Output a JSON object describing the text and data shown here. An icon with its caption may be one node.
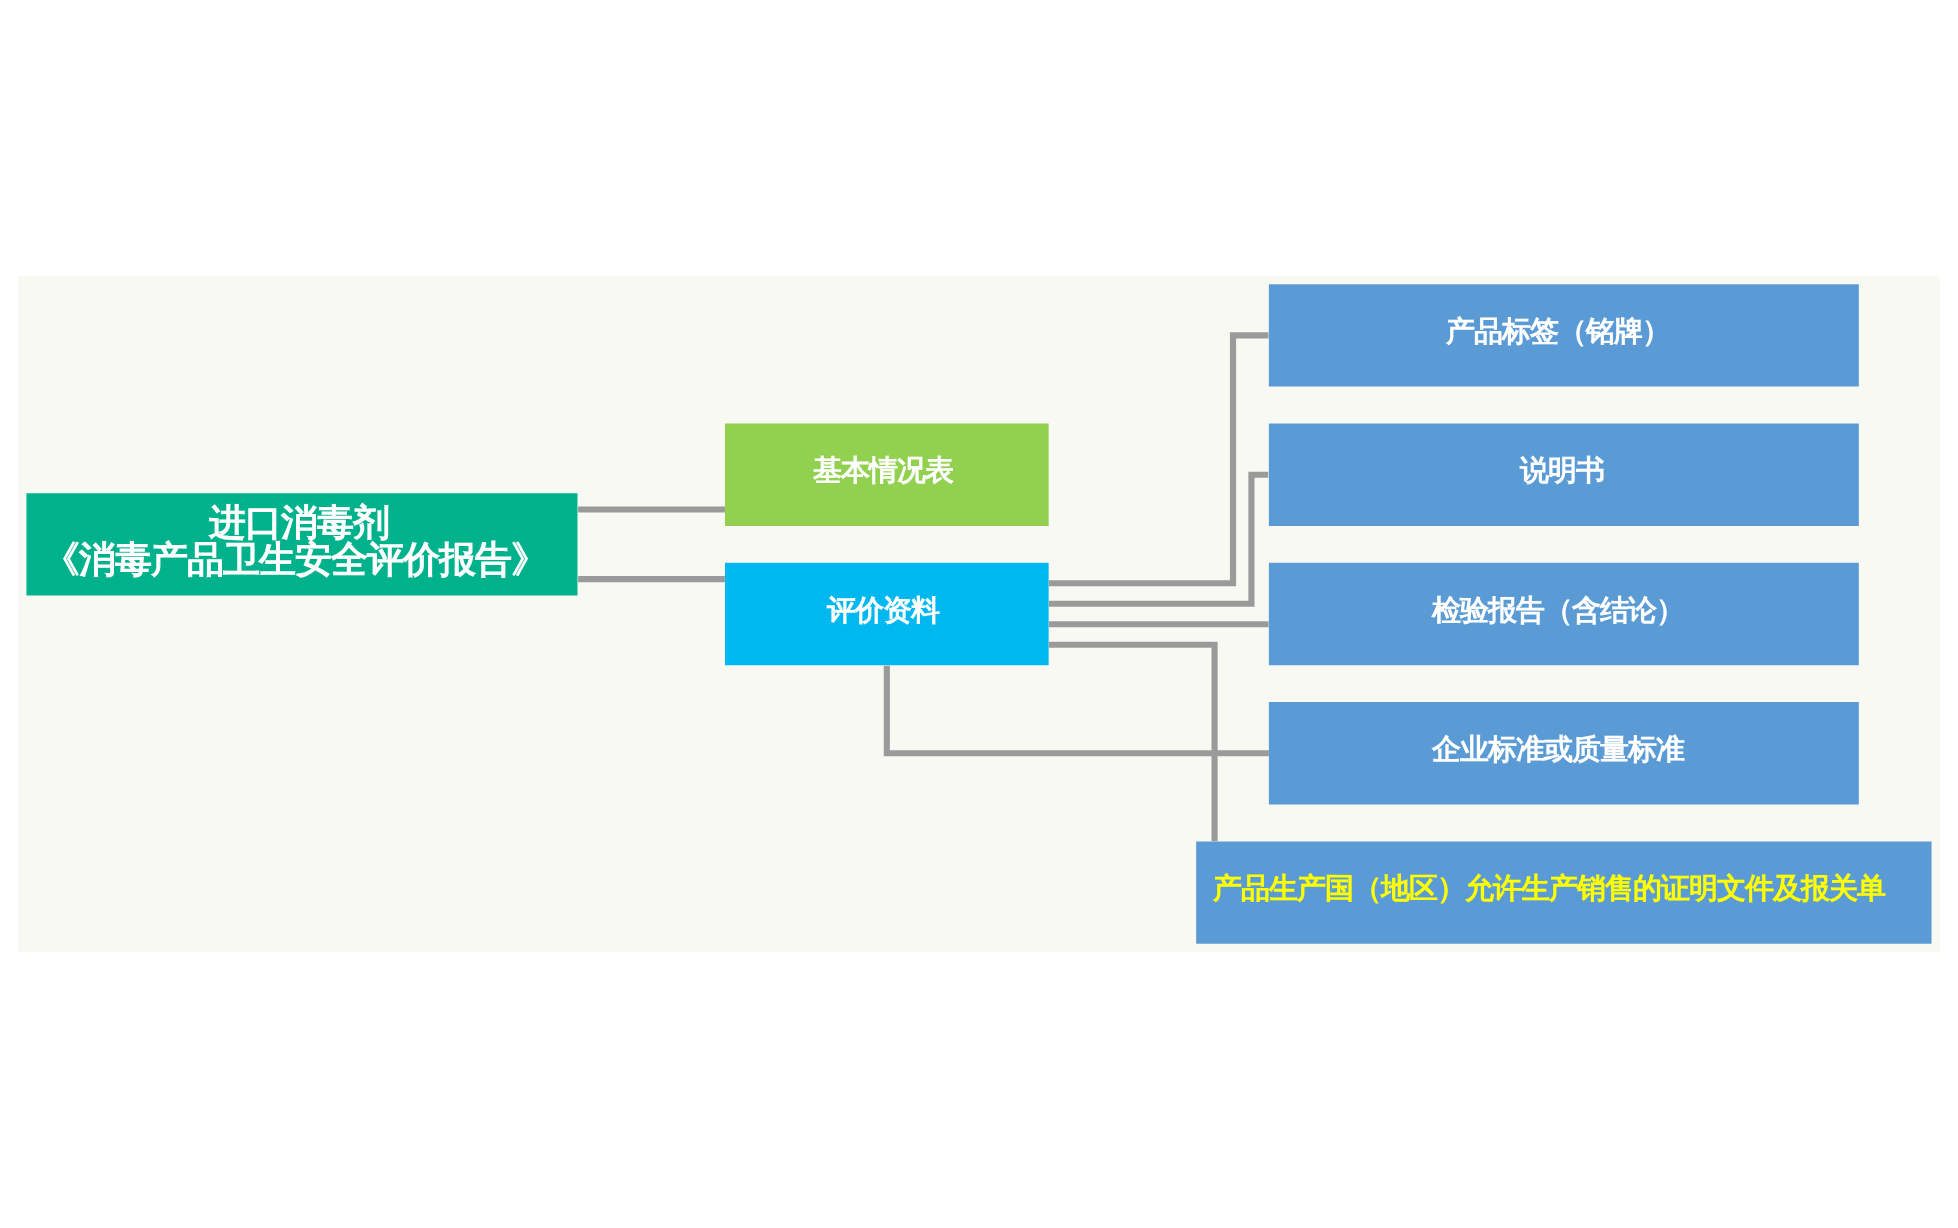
{
  "diagram": {
    "nodes": [
      {
        "text": [
          "进口消毒剂",
          "《消毒产品卫生安全评价报告》"
        ]
      },
      {
        "text": [
          "基本情况表"
        ]
      },
      {
        "text": [
          "评价资料"
        ]
      },
      {
        "text": [
          "产品标签（铭牌）"
        ]
      },
      {
        "text": [
          "说明书"
        ]
      },
      {
        "text": [
          "检验报告（含结论）"
        ]
      },
      {
        "text": [
          "企业标准或质量标准"
        ]
      },
      {
        "text": [
          "产品生产国（地区）允许生产销售的证明文件及报关单"
        ]
      }
    ],
    "edges": [
      {
        "from": 0,
        "to": 1,
        "arrow": "none"
      },
      {
        "from": 0,
        "to": 2,
        "arrow": "none"
      },
      {
        "from": 2,
        "to": 3,
        "arrow": "none"
      },
      {
        "from": 2,
        "to": 4,
        "arrow": "none"
      },
      {
        "from": 2,
        "to": 5,
        "arrow": "none"
      },
      {
        "from": 2,
        "to": 6,
        "arrow": "none"
      },
      {
        "from": 2,
        "to": 7,
        "arrow": "none"
      }
    ]
  }
}
